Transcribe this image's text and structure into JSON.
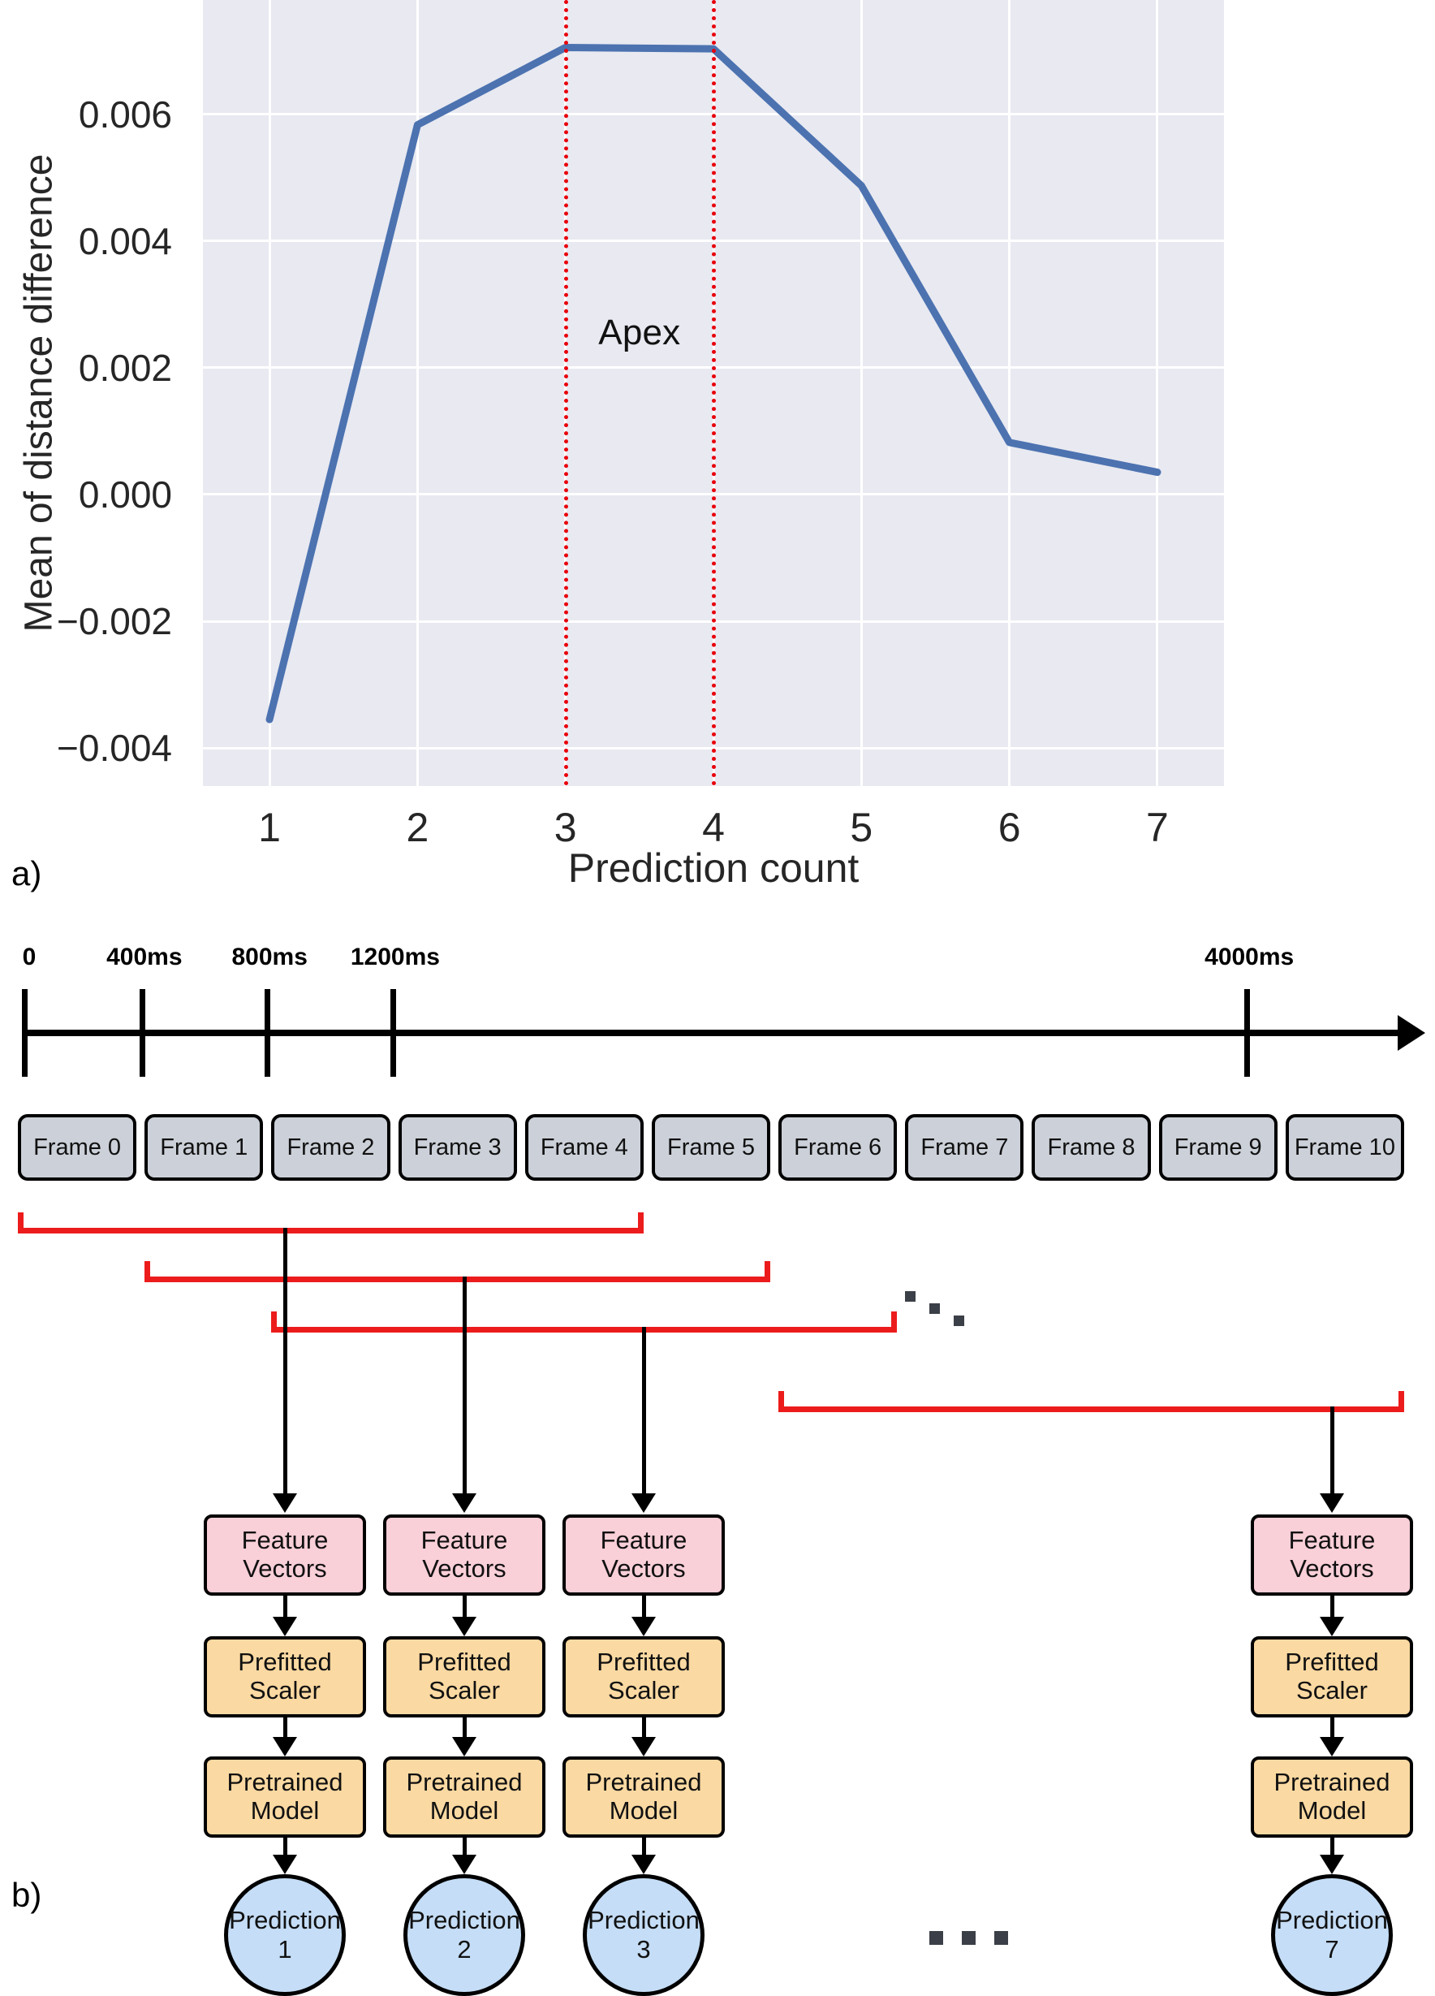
{
  "panels": {
    "a_label": "a)",
    "b_label": "b)"
  },
  "chart_data": {
    "type": "line",
    "title": "",
    "xlabel": "Prediction count",
    "ylabel": "Mean of distance difference",
    "x": [
      1,
      2,
      3,
      4,
      5,
      6,
      7
    ],
    "values": [
      -0.00355,
      0.00583,
      0.00705,
      0.00703,
      0.00487,
      0.00082,
      0.00035
    ],
    "categories": [
      "1",
      "2",
      "3",
      "4",
      "5",
      "6",
      "7"
    ],
    "xticklabels": [
      "1",
      "2",
      "3",
      "4",
      "5",
      "6",
      "7"
    ],
    "yticklabels": [
      "0.006",
      "0.004",
      "0.002",
      "0.000",
      "−0.002",
      "−0.004"
    ],
    "ytickvalues": [
      0.006,
      0.004,
      0.002,
      0.0,
      -0.002,
      -0.004
    ],
    "ylim": [
      -0.0046,
      0.0078
    ],
    "xlim": [
      0.55,
      7.45
    ],
    "grid": true,
    "legend": "none",
    "series_color": "#4c72b0",
    "plot_bg": "#e8e9f1",
    "grid_color": "#ffffff",
    "annotations": [
      {
        "text": "Apex",
        "x": 3.5,
        "y": 0.00255,
        "name": "apex-annotation"
      }
    ],
    "vlines": [
      {
        "x": 3,
        "color": "#e8000b",
        "style": "dotted"
      },
      {
        "x": 4,
        "color": "#e8000b",
        "style": "dotted"
      }
    ]
  },
  "diagram": {
    "timeline": {
      "ticks": [
        {
          "label": "0",
          "pos_pct": 0.0
        },
        {
          "label": "400ms",
          "pos_pct": 8.52
        },
        {
          "label": "800ms",
          "pos_pct": 17.6
        },
        {
          "label": "1200ms",
          "pos_pct": 26.7
        },
        {
          "label": "4000ms",
          "pos_pct": 88.6
        }
      ]
    },
    "frames": [
      "Frame 0",
      "Frame 1",
      "Frame 2",
      "Frame 3",
      "Frame 4",
      "Frame 5",
      "Frame 6",
      "Frame 7",
      "Frame 8",
      "Frame 9",
      "Frame 10"
    ],
    "brackets": [
      {
        "name": "bracket-window-1",
        "from_frame": 0,
        "to_frame": 4
      },
      {
        "name": "bracket-window-2",
        "from_frame": 1,
        "to_frame": 5
      },
      {
        "name": "bracket-window-3",
        "from_frame": 2,
        "to_frame": 6
      },
      {
        "name": "bracket-window-7",
        "from_frame": 6,
        "to_frame": 10
      }
    ],
    "pipelines": [
      {
        "feature": "Feature Vectors",
        "scaler": "Prefitted Scaler",
        "model": "Pretrained Model",
        "prediction": "Prediction 1",
        "prediction_line1": "Prediction",
        "prediction_line2": "1"
      },
      {
        "feature": "Feature Vectors",
        "scaler": "Prefitted Scaler",
        "model": "Pretrained Model",
        "prediction": "Prediction 2",
        "prediction_line1": "Prediction",
        "prediction_line2": "2"
      },
      {
        "feature": "Feature Vectors",
        "scaler": "Prefitted Scaler",
        "model": "Pretrained Model",
        "prediction": "Prediction 3",
        "prediction_line1": "Prediction",
        "prediction_line2": "3"
      },
      {
        "feature": "Feature Vectors",
        "scaler": "Prefitted Scaler",
        "model": "Pretrained Model",
        "prediction": "Prediction 7",
        "prediction_line1": "Prediction",
        "prediction_line2": "7"
      }
    ],
    "feature_line1": "Feature",
    "feature_line2": "Vectors",
    "scaler_line1": "Prefitted",
    "scaler_line2": "Scaler",
    "model_line1": "Pretrained",
    "model_line2": "Model",
    "colors": {
      "frame_fill": "#ccd1d9",
      "bracket": "#ec1c1c",
      "feature_fill": "#f9cfd8",
      "process_fill": "#fbd9a2",
      "prediction_fill": "#c5ddf6",
      "stroke": "#000000"
    }
  }
}
